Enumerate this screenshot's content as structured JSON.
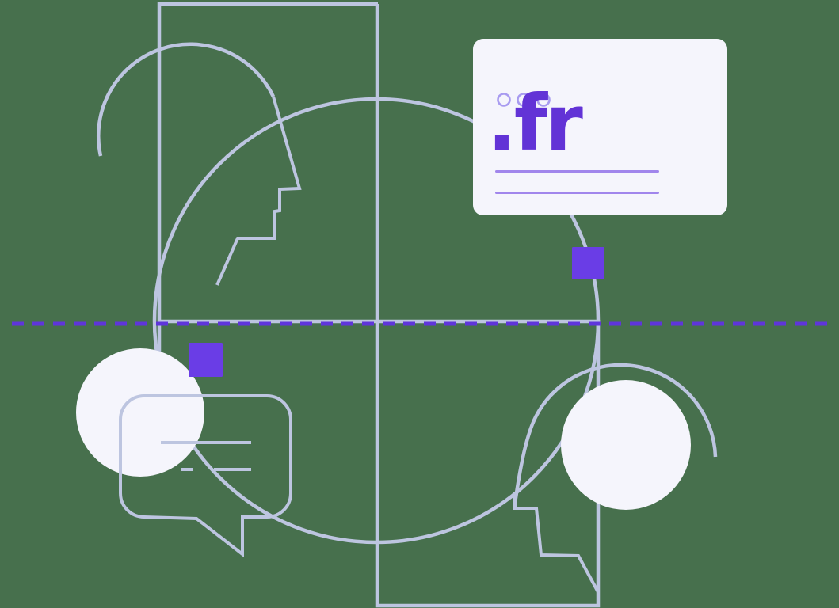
{
  "illustration": {
    "tld_label": ".fr",
    "card": {
      "dots_count": 3,
      "underlines_count": 2
    },
    "shapes": [
      "central-circle",
      "frame-lines",
      "horizontal-axis-line",
      "dashed-divider-line",
      "left-head-arc",
      "left-face-profile",
      "right-head-arc",
      "right-face-profile",
      "left-filled-circle",
      "right-filled-circle",
      "speech-bubble",
      "left-purple-square",
      "right-purple-square",
      "browser-card"
    ]
  },
  "colors": {
    "background": "#47704D",
    "line": "#bdc5e0",
    "shape-fill": "#f5f5fc",
    "card-bg": "#f5f5fc",
    "accent-purple": "#6a3de6",
    "dash-purple": "#5f35db",
    "tld-purple": "#6233d6",
    "card-line-purple": "#a186ec",
    "dot-stroke": "#a89bf0"
  }
}
